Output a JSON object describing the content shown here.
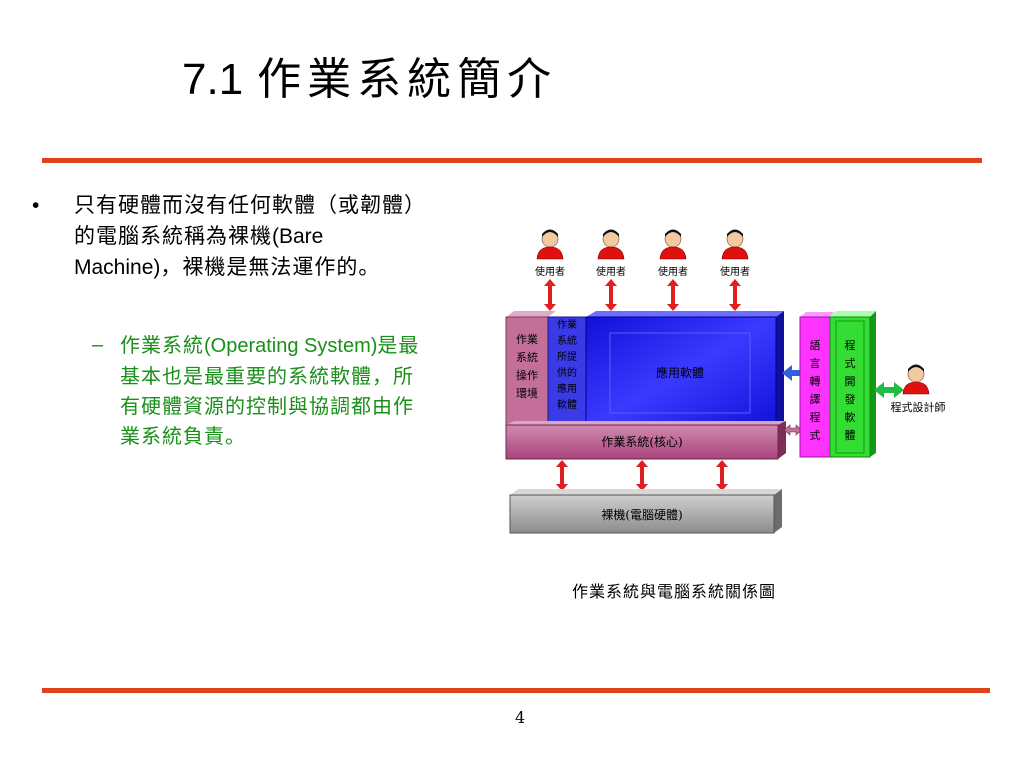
{
  "slide": {
    "title_number": "7.1",
    "title_text": "作業系統簡介",
    "page_number": "4"
  },
  "bullet": {
    "mark": "•",
    "text_a": "只有硬體而沒有任何軟體（或韌體）的電腦系統稱為裸機",
    "text_b": "(Bare Machine)",
    "text_c": "，裸機是無法運作的。"
  },
  "sub_bullet": {
    "mark": "–",
    "text_a": "作業系統",
    "text_b": "(Operating System)",
    "text_c": "是最基本也是最重要的系統軟體，所有硬體資源的控制與協調都由作業系統負責。"
  },
  "diagram": {
    "users": [
      "使用者",
      "使用者",
      "使用者",
      "使用者"
    ],
    "os_env": [
      "作",
      "業",
      "系",
      "統",
      "操",
      "作",
      "環",
      "境"
    ],
    "os_provided": [
      "作",
      "業",
      "系",
      "統",
      "所",
      "提",
      "供",
      "的",
      "應",
      "用",
      "軟",
      "體"
    ],
    "app_software": "應用軟體",
    "compiler": [
      "語",
      "言",
      "轉",
      "譯",
      "程",
      "式"
    ],
    "dev_software": [
      "程",
      "式",
      "開",
      "發",
      "軟",
      "體"
    ],
    "kernel": "作業系統(核心)",
    "bare_machine": "裸機(電腦硬體)",
    "programmer": "程式設計師",
    "colors": {
      "user_red": "#e01010",
      "os_env_fill": "#c36f9a",
      "os_provided_fill": "#3a3ae6",
      "app_fill": "#2222ff",
      "kernel_fill": "#b84c86",
      "compiler_fill": "#ff33ff",
      "dev_fill": "#33dd33",
      "hardware_fill": "#a0a0a0",
      "arrow_red": "#e02020",
      "arrow_blue": "#3060e0",
      "arrow_green": "#22bb44"
    }
  },
  "caption": "作業系統與電腦系統關係圖"
}
